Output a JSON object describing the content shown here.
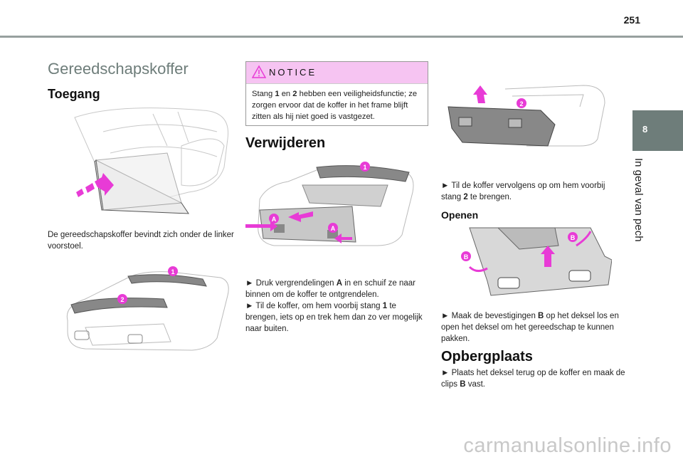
{
  "header": {
    "page_number": "251"
  },
  "side_tab": {
    "chapter_number": "8",
    "chapter_title": "In geval van pech"
  },
  "title": "Gereedschapskoffer",
  "sections": {
    "toegang": {
      "heading": "Toegang",
      "text": "De gereedschapskoffer bevindt zich onder de linker voorstoel."
    },
    "notice": {
      "label": "NOTICE",
      "text_parts": [
        "Stang ",
        "1",
        " en ",
        "2",
        " hebben een veiligheidsfunctie; ze zorgen ervoor dat de koffer in het frame blijft zitten als hij niet goed is vastgezet."
      ]
    },
    "verwijderen": {
      "heading": "Verwijderen",
      "step1": [
        "► Druk vergrendelingen ",
        "A",
        " in en schuif ze naar binnen om de koffer te ontgrendelen."
      ],
      "step2": [
        "► Til de koffer, om hem voorbij stang ",
        "1",
        " te brengen, iets op en trek hem dan zo ver mogelijk naar buiten."
      ],
      "step3": [
        "► Til de koffer vervolgens op om hem voorbij stang ",
        "2",
        " te brengen."
      ]
    },
    "openen": {
      "heading": "Openen",
      "step": [
        "► Maak de bevestigingen ",
        "B",
        " op het deksel los en open het deksel om het gereedschap te kunnen pakken."
      ]
    },
    "opbergplaats": {
      "heading": "Opbergplaats",
      "step": [
        "► Plaats het deksel terug op de koffer en maak de clips ",
        "B",
        " vast."
      ]
    }
  },
  "figures": {
    "fig1_markers": [],
    "fig2_markers": [
      "1",
      "2"
    ],
    "fig3_markers": [
      "1",
      "A",
      "A"
    ],
    "fig4_markers": [
      "2"
    ],
    "fig5_markers": [
      "B",
      "B"
    ]
  },
  "colors": {
    "accent": "#e83bd6",
    "notice_bg": "#f6c4f2",
    "tab_bg": "#6e7d7a"
  },
  "watermark": "carmanualsonline.info"
}
